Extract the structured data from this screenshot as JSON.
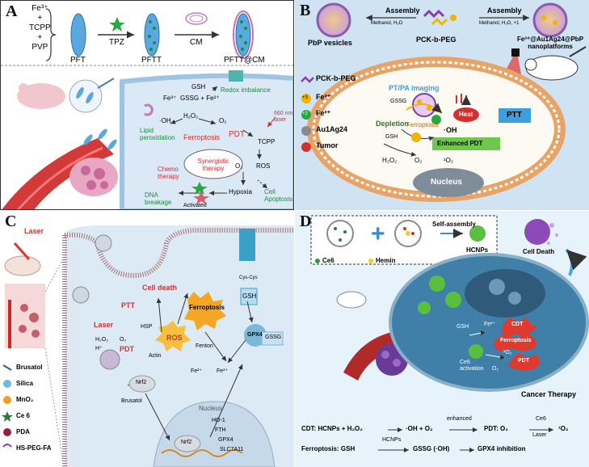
{
  "panels": {
    "A": {
      "letter": "A",
      "precursors": [
        "Fe³⁺",
        "+",
        "TCPP",
        "+",
        "PVP"
      ],
      "step_labels": [
        "PFT",
        "PFTT",
        "PFTT@CM"
      ],
      "arrow_labels": [
        "TPZ",
        "CM"
      ],
      "cell": {
        "gsh": "GSH",
        "gssg_fe": "GSSG + Fe²⁺",
        "fe3": "Fe³⁺",
        "redox": "Redox imbalance",
        "h2o2": "H₂O₂",
        "oh": "·OH",
        "o2": "O₂",
        "lipid": "Lipid peroxidation",
        "ferroptosis": "Ferroptosis",
        "pdt": "PDT",
        "tcpp": "TCPP",
        "laser": "660 nm laser",
        "synergistic": "Synergistic therapy",
        "chemo": "Chemo therapy",
        "ros": "ROS",
        "o2b": "O₂",
        "hypoxia": "Hypoxia",
        "activated": "Activated",
        "dna": "DNA breakage",
        "apoptosis": "Cell Apoptosis"
      }
    },
    "B": {
      "letter": "B",
      "top": {
        "assembly_left": "Assembly",
        "cond_left": "Methanol, H₂O",
        "assembly_right": "Assembly",
        "cond_right": "Methanol, H₂O, +1",
        "pbp": "PbP vesicles",
        "pck": "PCK-b-PEG",
        "product": "Fe³⁺@Au1Ag24@PbP nanoplatforms"
      },
      "legend": [
        "PCK-b-PEG",
        "Fe³⁺",
        "Fe²⁺",
        "Au1Ag24",
        "Tumor"
      ],
      "legend_badges": [
        "+3",
        "+2"
      ],
      "cell": {
        "imaging": "PT/PA imaging",
        "gssg": "GSSG",
        "depletion": "Depletion",
        "ferroptosis": "Ferroptosis",
        "gsh": "GSH",
        "heat": "Heat",
        "ptt": "PTT",
        "oh": "·OH",
        "h2o2": "H₂O₂",
        "o2": "O₂",
        "singlet": "¹O₂",
        "enhanced": "Enhanced PDT",
        "nucleus": "Nucleus"
      }
    },
    "C": {
      "letter": "C",
      "laser": "Laser",
      "legend": [
        "Brusatol",
        "Silica",
        "MnO₂",
        "Ce 6",
        "PDA",
        "HS-PEG-FA"
      ],
      "cell": {
        "cell_death": "Cell death",
        "ptt": "PTT",
        "ferroptosis": "Ferroptosis",
        "gsh": "GSH",
        "laser": "Laser",
        "h2o2": "H₂O₂",
        "o2": "O₂",
        "h": "H⁺",
        "pdt": "PDT",
        "hsp": "HSP",
        "ros": "ROS",
        "fenton": "Fenton",
        "gpx4": "GPX4",
        "gssg": "GSSG",
        "actin": "Actin",
        "fe2": "Fe²⁺",
        "fe3": "Fe³⁺",
        "nrf2": "Nrf2",
        "nucleus": "Nucleus",
        "ho1": "HO-1",
        "fth": "FTH",
        "gpx4b": "GPX4",
        "slc": "SLC7A11",
        "nrf2b": "Nrf2",
        "brusatol": "Brusatol",
        "cys": "Cys-Cys"
      }
    },
    "D": {
      "letter": "D",
      "ce6": "Ce6",
      "hemin": "Hemin",
      "self_assembly": "Self-assembly",
      "hcnps": "HCNPs",
      "cell_death": "Cell Death",
      "cancer_therapy": "Cancer Therapy",
      "cell": {
        "gsh": "GSH",
        "fe": "Fe²⁺",
        "cdt": "CDT",
        "ferroptosis": "Ferroptosis",
        "o2": "¹O₂",
        "pdt": "PDT",
        "activation": "Ce6 activation",
        "o2b": "O₂"
      },
      "eq1": {
        "prefix": "CDT:  HCNPs + H₂O₂",
        "mid": "·OH + O₂",
        "enhanced": "enhanced",
        "pdt": "PDT:  O₂",
        "ce6": "Ce6",
        "laser": "Laser",
        "end": "¹O₂"
      },
      "eq2": {
        "prefix": "Ferroptosis:  GSH",
        "hcnps": "HCNPs",
        "mid": "GSSG (·OH)",
        "end": "GPX4 inhibition"
      }
    }
  }
}
